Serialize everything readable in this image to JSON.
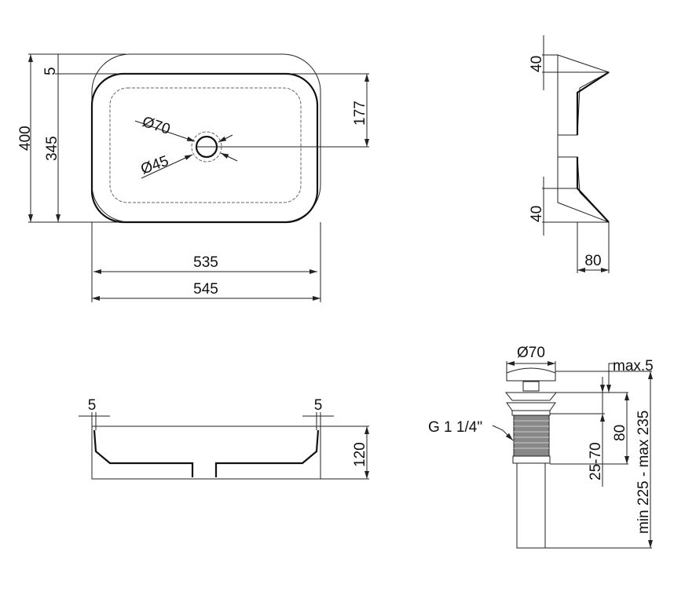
{
  "top_view": {
    "dim_height_total": "400",
    "dim_height_inner": "345",
    "dim_rim": "5",
    "dim_drain_offset": "177",
    "dim_drain_outer": "Ø70",
    "dim_drain_inner": "Ø45",
    "dim_width_inner": "535",
    "dim_width_total": "545"
  },
  "side_view": {
    "dim_top": "40",
    "dim_bottom": "40",
    "dim_depth": "80"
  },
  "front_view": {
    "dim_left_wall": "5",
    "dim_right_wall": "5",
    "dim_height": "120"
  },
  "drain_view": {
    "dim_cap": "Ø70",
    "dim_lift": "max.5",
    "dim_thread_len": "80",
    "dim_counter": "25-70",
    "dim_total": "min 225 - max 235",
    "thread_label": "G 1 1/4\""
  }
}
